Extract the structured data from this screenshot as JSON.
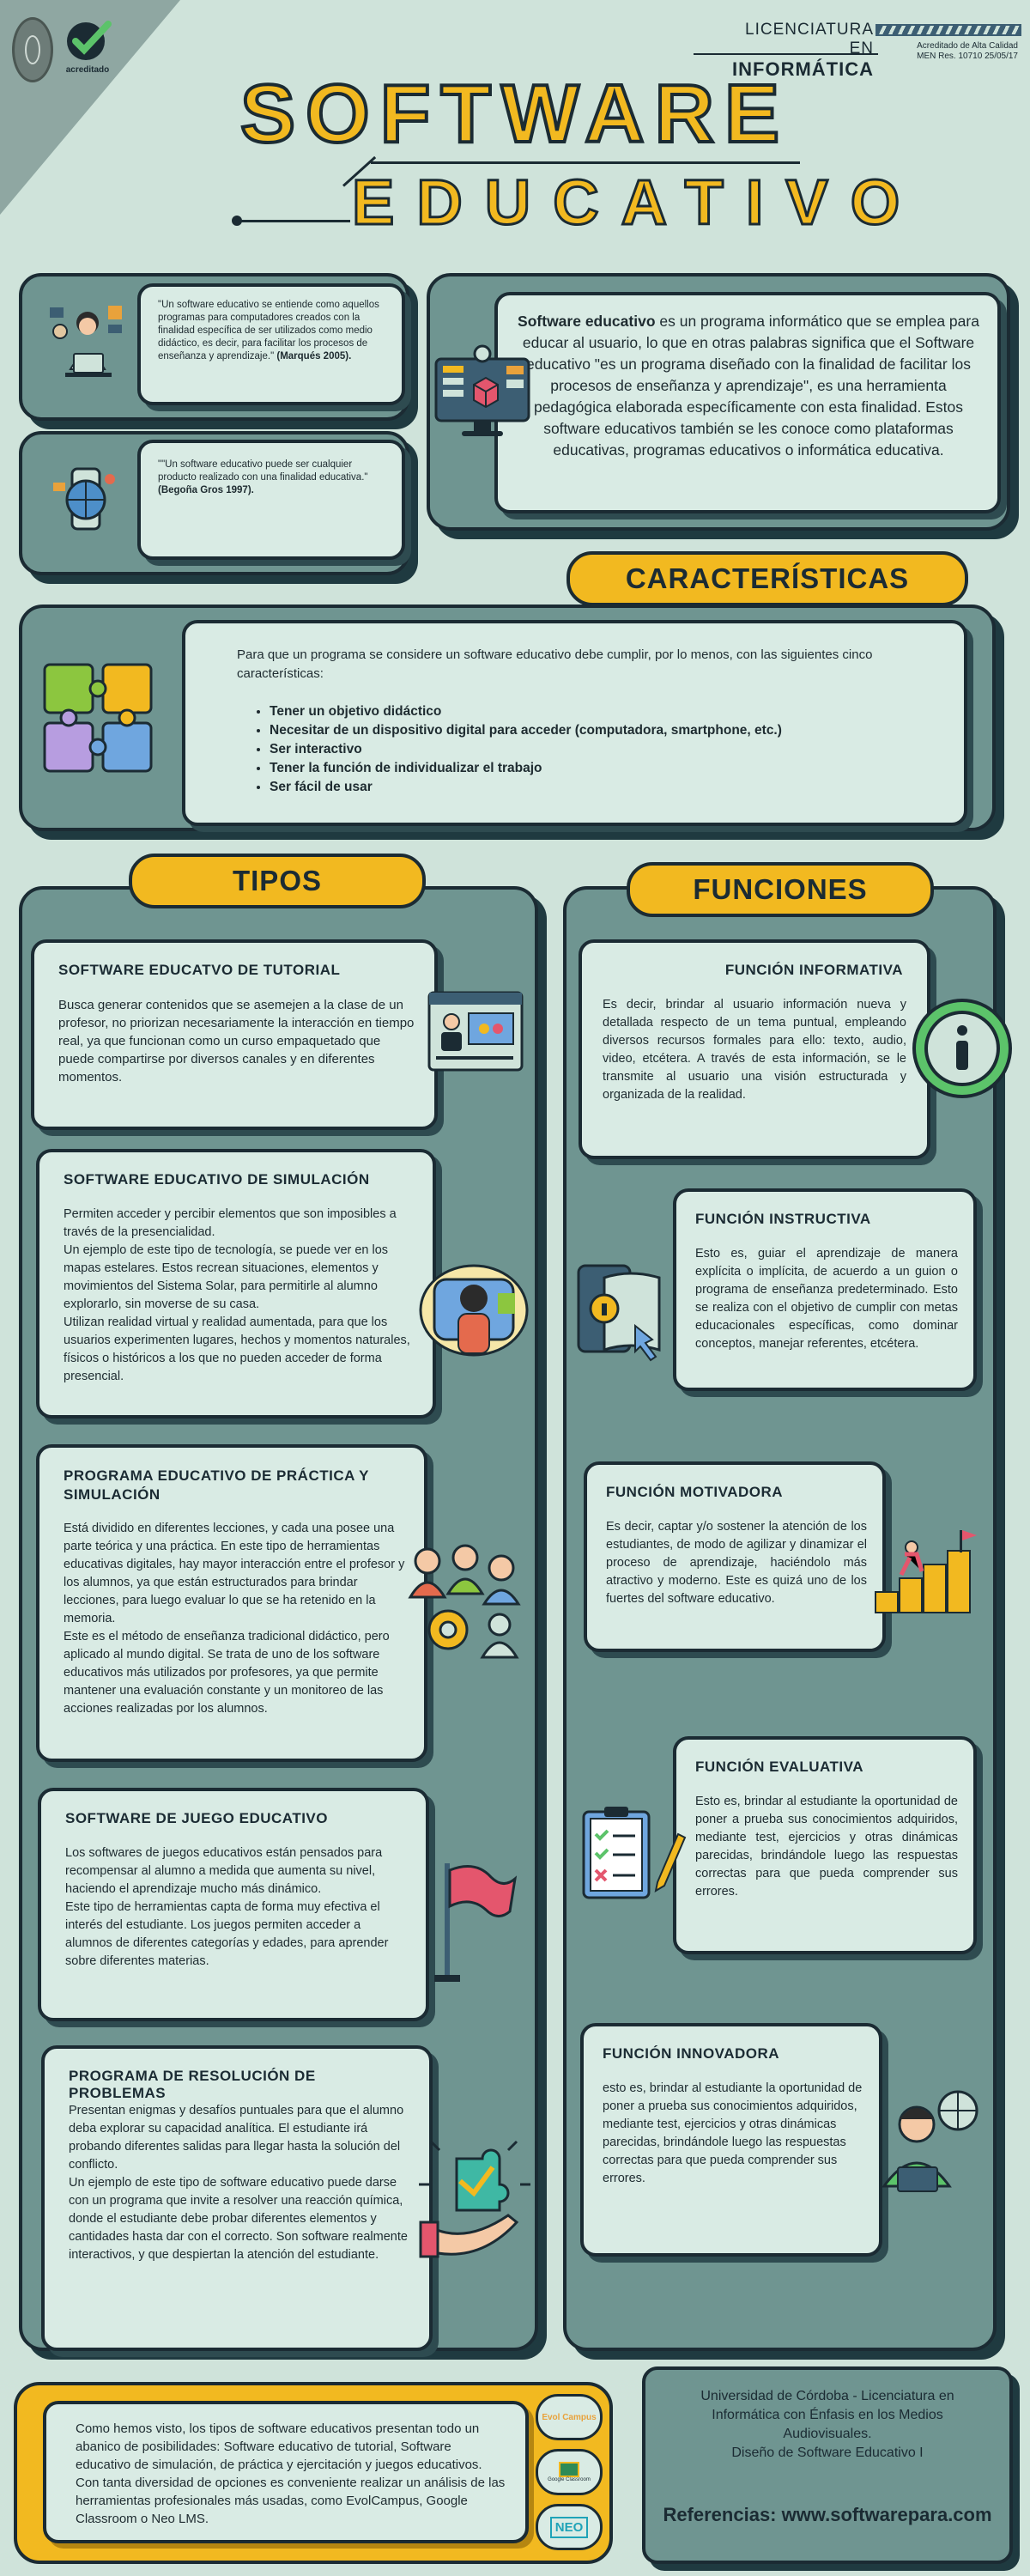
{
  "header": {
    "program_line1": "LICENCIATURA EN",
    "program_line2": "INFORMÁTICA",
    "accreditation_line1": "Acreditado de Alta Calidad",
    "accreditation_line2": "MEN Res. 10710 25/05/17",
    "logo_text": "acreditado",
    "title_main": "SOFTWARE",
    "title_sub": "EDUCATIVO"
  },
  "intro": {
    "quote1": "\"Un software educativo se entiende como aquellos programas para computadores creados con la finalidad específica de ser utilizados como medio didáctico, es decir, para facilitar los procesos de enseñanza y aprendizaje.\"",
    "quote1_author": "(Marqués 2005).",
    "quote2": "\"\"Un software educativo puede ser cualquier producto realizado con una finalidad educativa.\"",
    "quote2_author": "(Begoña Gros 1997).",
    "definition_bold": "Software educativo",
    "definition_text": " es un programa informático que se emplea para educar al usuario, lo que en otras palabras significa que el Software educativo \"es un programa diseñado con la finalidad de facilitar los procesos de enseñanza y aprendizaje\", es una herramienta pedagógica elaborada específicamente con esta finalidad. Estos software educativos también se les conoce como plataformas educativas, programas educativos o informática educativa."
  },
  "caracteristicas": {
    "heading": "CARACTERÍSTICAS",
    "intro": "Para que un programa se considere un software educativo debe cumplir, por lo menos, con las siguientes cinco características:",
    "items": [
      "Tener un objetivo didáctico",
      "Necesitar de un dispositivo digital para acceder (computadora, smartphone, etc.)",
      "Ser interactivo",
      "Tener la función de individualizar el trabajo",
      "Ser fácil de usar"
    ]
  },
  "tipos": {
    "heading": "TIPOS",
    "cards": [
      {
        "title": "SOFTWARE EDUCATVO DE TUTORIAL",
        "text": "Busca generar contenidos que se asemejen a la clase de un profesor, no priorizan necesariamente la interacción en tiempo real, ya que funcionan como un curso empaquetado que puede compartirse por diversos canales y en diferentes momentos."
      },
      {
        "title": "SOFTWARE EDUCATIVO DE SIMULACIÓN",
        "text": "Permiten acceder y percibir elementos que son imposibles a través de la presencialidad.\nUn ejemplo de este tipo de tecnología, se puede ver en los mapas estelares. Estos recrean situaciones, elementos y movimientos del Sistema Solar, para permitirle al alumno explorarlo, sin moverse de su casa.\nUtilizan realidad virtual y realidad aumentada, para que los usuarios experimenten lugares, hechos y momentos naturales, físicos o históricos a los que no pueden acceder de forma presencial."
      },
      {
        "title": "PROGRAMA EDUCATIVO DE PRÁCTICA Y SIMULACIÓN",
        "text": "Está dividido en diferentes lecciones, y cada una posee una parte teórica y una práctica. En este tipo de herramientas educativas digitales, hay mayor interacción entre el profesor y los alumnos, ya que están estructurados para brindar lecciones, para luego evaluar lo que se ha retenido en la memoria.\nEste es el método de enseñanza tradicional didáctico, pero aplicado al mundo digital. Se trata de uno de los software educativos más utilizados por profesores, ya que permite mantener una evaluación constante y un monitoreo de las acciones realizadas por los alumnos."
      },
      {
        "title": "SOFTWARE DE JUEGO EDUCATIVO",
        "text": "Los softwares de juegos educativos están pensados para recompensar al alumno a medida que aumenta su nivel, haciendo el aprendizaje mucho más dinámico.\nEste tipo de herramientas capta de forma muy efectiva el interés del estudiante. Los juegos permiten acceder a alumnos de diferentes categorías y edades, para aprender sobre diferentes materias."
      },
      {
        "title": "PROGRAMA DE RESOLUCIÓN DE PROBLEMAS",
        "text": "Presentan enigmas y desafíos puntuales para que el alumno deba explorar su capacidad analítica. El estudiante irá probando diferentes salidas para llegar hasta la solución del conflicto.\nUn ejemplo de este tipo de software educativo puede darse con un programa que invite a resolver una reacción química, donde el estudiante debe probar diferentes elementos y cantidades hasta dar con el correcto. Son software realmente interactivos, y que despiertan la atención del estudiante."
      }
    ]
  },
  "funciones": {
    "heading": "FUNCIONES",
    "cards": [
      {
        "title": "FUNCIÓN INFORMATIVA",
        "text": "Es decir, brindar al usuario información nueva y detallada respecto de un tema puntual, empleando diversos recursos formales para ello: texto, audio, video, etcétera. A través de esta información, se le transmite al usuario una visión estructurada y organizada de la realidad."
      },
      {
        "title": "FUNCIÓN INSTRUCTIVA",
        "text": "Esto es, guiar el aprendizaje de manera explícita o implícita, de acuerdo a un guion o programa de enseñanza predeterminado. Esto se realiza con el objetivo de cumplir con metas educacionales específicas, como dominar conceptos, manejar referentes, etcétera."
      },
      {
        "title": "FUNCIÓN MOTIVADORA",
        "text": "Es decir, captar y/o sostener la atención de los estudiantes, de modo de agilizar y dinamizar el proceso de aprendizaje, haciéndolo más atractivo y moderno. Este es quizá uno de los fuertes del software educativo."
      },
      {
        "title": "FUNCIÓN EVALUATIVA",
        "text": "Esto es, brindar al estudiante la oportunidad de poner a prueba sus conocimientos adquiridos, mediante test, ejercicios y otras dinámicas parecidas, brindándole luego las respuestas correctas para que pueda comprender sus errores."
      },
      {
        "title": "FUNCIÓN INNOVADORA",
        "text": "esto es, brindar al estudiante la oportunidad de poner a prueba sus conocimientos adquiridos, mediante test, ejercicios y otras dinámicas parecidas, brindándole luego las respuestas correctas para que pueda comprender sus errores."
      }
    ]
  },
  "footer": {
    "summary": "Como hemos visto, los tipos de software educativos presentan todo un abanico de posibilidades: Software educativo de tutorial, Software educativo de simulación, de práctica y ejercitación y juegos educativos. Con tanta diversidad de opciones es conveniente realizar un análisis de las herramientas profesionales más usadas, como EvolCampus, Google Classroom o Neo LMS.",
    "logos": [
      "Evol Campus",
      "Google Classroom",
      "NEO"
    ],
    "university_line1": "Universidad de Córdoba - Licenciatura en",
    "university_line2": "Informática con Énfasis en los Medios",
    "university_line3": "Audiovisuales.",
    "university_line4": "Diseño de Software Educativo I",
    "references": "Referencias: www.softwarepara.com"
  },
  "colors": {
    "background": "#cfe3da",
    "panel": "#6f9591",
    "card": "#d9ebe4",
    "accent": "#f2b920",
    "outline": "#1b2b33"
  }
}
